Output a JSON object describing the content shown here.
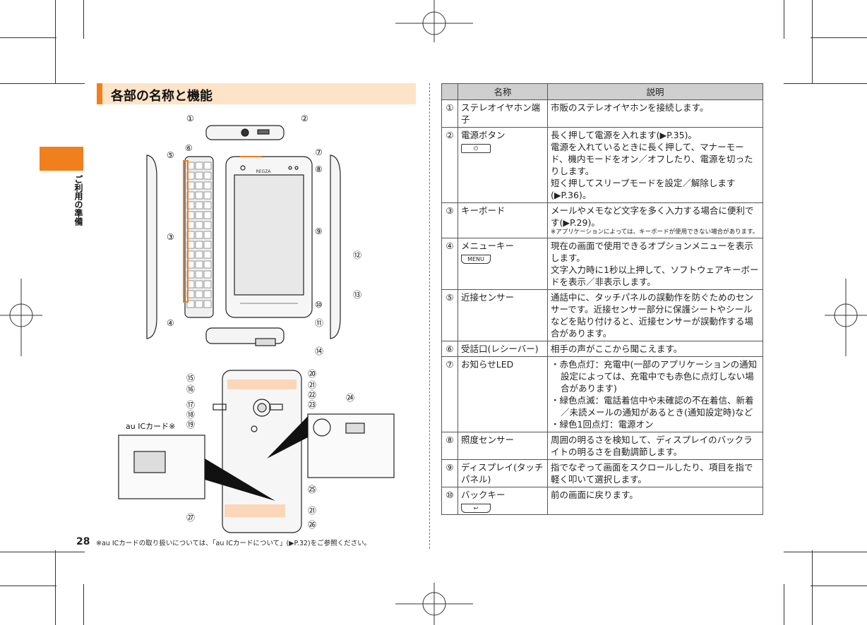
{
  "heading": "各部の名称と機能",
  "side_label": "ご利用の準備",
  "page_number": "28",
  "footnote": "※au ICカードの取り扱いについては、「au ICカードについて」(▶P.32)をご参照ください。",
  "diagram": {
    "au_ic_label": "au ICカード※",
    "brand": "REGZA",
    "callouts": [
      "①",
      "②",
      "③",
      "④",
      "⑤",
      "⑥",
      "⑦",
      "⑧",
      "⑨",
      "⑩",
      "⑪",
      "⑫",
      "⑬",
      "⑭",
      "⑮",
      "⑯",
      "⑰",
      "⑱",
      "⑲",
      "⑳",
      "㉑",
      "㉒",
      "㉓",
      "㉔",
      "㉕",
      "㉑",
      "㉖",
      "㉗"
    ]
  },
  "table": {
    "headers": [
      "",
      "名称",
      "説明"
    ],
    "rows": [
      {
        "num": "①",
        "name": "ステレオイヤホン端子",
        "desc": [
          "市販のステレオイヤホンを接続します。"
        ]
      },
      {
        "num": "②",
        "name": "電源ボタン",
        "key": "⏻",
        "desc": [
          "長く押して電源を入れます(▶P.35)。",
          "電源を入れているときに長く押して、マナーモード、機内モードをオン／オフしたり、電源を切ったりします。",
          "短く押してスリープモードを設定／解除します(▶P.36)。"
        ]
      },
      {
        "num": "③",
        "name": "キーボード",
        "desc": [
          "メールやメモなど文字を多く入力する場合に便利です(▶P.29)。"
        ],
        "note": "※アプリケーションによっては、キーボードが使用できない場合があります。"
      },
      {
        "num": "④",
        "name": "メニューキー",
        "key": "MENU",
        "desc": [
          "現在の画面で使用できるオプションメニューを表示します。",
          "文字入力時に1秒以上押して、ソフトウェアキーボードを表示／非表示します。"
        ]
      },
      {
        "num": "⑤",
        "name": "近接センサー",
        "desc": [
          "通話中に、タッチパネルの誤動作を防ぐためのセンサーです。近接センサー部分に保護シートやシールなどを貼り付けると、近接センサーが誤動作する場合があります。"
        ]
      },
      {
        "num": "⑥",
        "name": "受話口(レシーバー)",
        "desc": [
          "相手の声がここから聞こえます。"
        ]
      },
      {
        "num": "⑦",
        "name": "お知らせLED",
        "bullets": [
          "赤色点灯：充電中(一部のアプリケーションの通知設定によっては、充電中でも赤色に点灯しない場合があります)",
          "緑色点滅：電話着信中や未確認の不在着信、新着／未読メールの通知があるとき(通知設定時)など",
          "緑色1回点灯：電源オン"
        ]
      },
      {
        "num": "⑧",
        "name": "照度センサー",
        "desc": [
          "周囲の明るさを検知して、ディスプレイのバックライトの明るさを自動調節します。"
        ]
      },
      {
        "num": "⑨",
        "name": "ディスプレイ(タッチパネル)",
        "desc": [
          "指でなぞって画面をスクロールしたり、項目を指で軽く叩いて選択します。"
        ]
      },
      {
        "num": "⑩",
        "name": "バックキー",
        "key": "↩",
        "desc": [
          "前の画面に戻ります。"
        ]
      }
    ]
  },
  "colors": {
    "accent": "#f07f1e",
    "heading_bg": "#fde3c7",
    "table_header": "#cfcfcf"
  }
}
